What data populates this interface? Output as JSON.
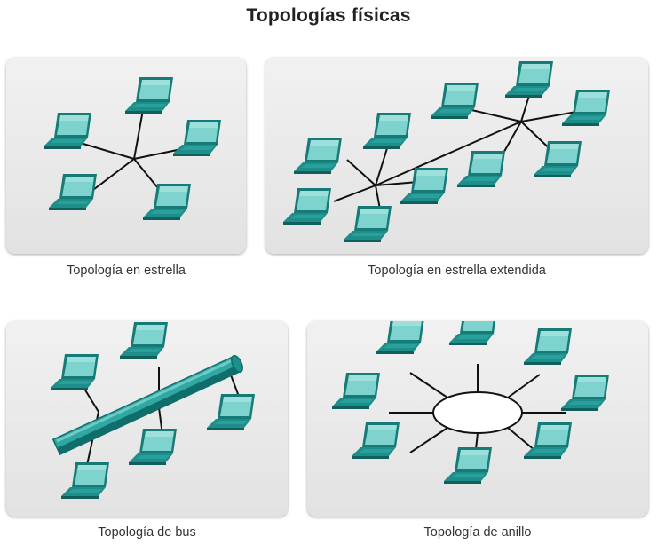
{
  "title": "Topologías físicas",
  "colors": {
    "device": "#2a9d98",
    "device_dark": "#167a77",
    "screen": "#7fd3cf",
    "line": "#111111",
    "panel": "#e6e6e6"
  },
  "icons": {
    "node": "laptop-icon"
  },
  "panels": [
    {
      "caption": "Topología en estrella",
      "type": "star"
    },
    {
      "caption": "Topología en estrella extendida",
      "type": "extended-star"
    },
    {
      "caption": "Topología de bus",
      "type": "bus"
    },
    {
      "caption": "Topología de anillo",
      "type": "ring"
    }
  ]
}
